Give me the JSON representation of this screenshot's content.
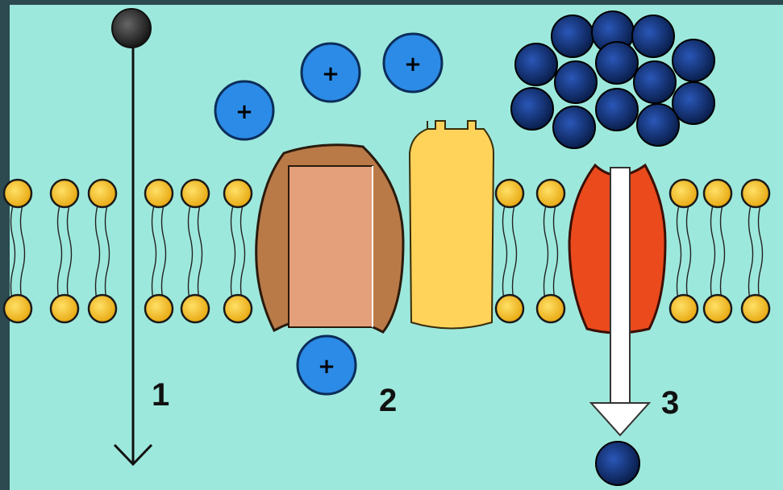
{
  "labels": {
    "pathway_1": "1",
    "pathway_2": "2",
    "pathway_3": "3"
  },
  "ion_symbol": "+",
  "colors": {
    "background": "#9de8dc",
    "frame": "#2c4a50",
    "lipid_head": "#f1be1c",
    "cation": "#2c8be6",
    "dark_molecule": "#0d2b6b",
    "channel_outer": "#b97a47",
    "channel_inner": "#e4a07a",
    "carrier": "#ffd35a",
    "pump": "#ea4a1c"
  }
}
